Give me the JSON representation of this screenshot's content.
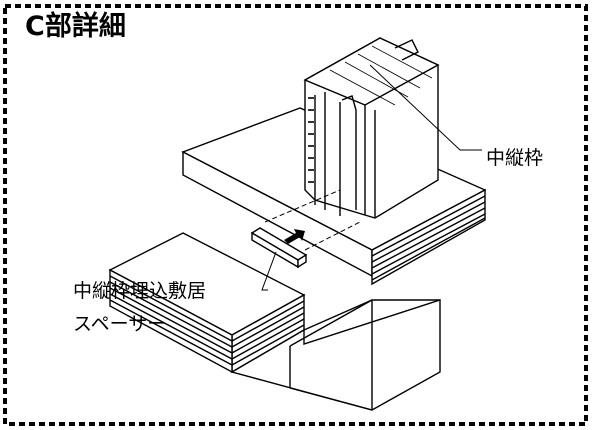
{
  "diagram": {
    "title": "C部詳細",
    "labels": {
      "frame": "中縦枠",
      "spacer_line1": "中縦枠埋込敷居",
      "spacer_line2": "スペーサー"
    }
  }
}
